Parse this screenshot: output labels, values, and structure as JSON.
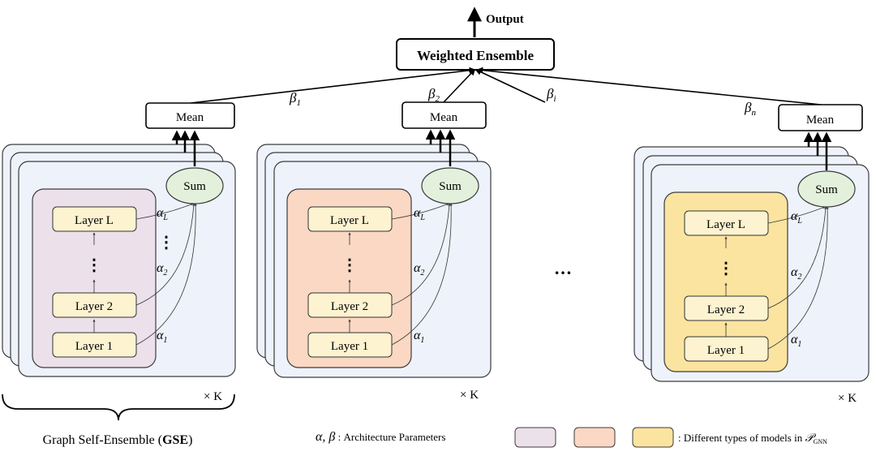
{
  "output": {
    "label": "Output"
  },
  "ensemble": {
    "label": "Weighted Ensemble"
  },
  "beta_labels": {
    "b1": "β",
    "b1_sub": "1",
    "b2": "β",
    "b2_sub": "2",
    "bi": "β",
    "bi_sub": "i",
    "bn": "β",
    "bn_sub": "n"
  },
  "group_common": {
    "mean_label": "Mean",
    "sum_label": "Sum",
    "layer_top": "Layer L",
    "layer_2": "Layer 2",
    "layer_1": "Layer 1",
    "vdots": "⋮",
    "alpha": "α",
    "alpha_L_sub": "L",
    "alpha_2_sub": "2",
    "alpha_1_sub": "1",
    "times_k": "× K"
  },
  "middle_ellipsis": "…",
  "footer": {
    "gse_prefix": "Graph Self-Ensemble (",
    "gse_bold": "GSE",
    "gse_suffix": ")",
    "arch_symbols": "α, β",
    "arch_text": " : Architecture Parameters",
    "models_text": ": Different types of models in ",
    "models_symbol": "𝒫",
    "models_sub": "GNN"
  },
  "colors": {
    "panel_bg": "#eef2fb",
    "panel_stroke": "#3c3c3c",
    "layer_bg": "#fdf3d0",
    "sum_bg": "#e3f1dc",
    "model_purple": "#ece0ea",
    "model_peach": "#fbd8c4",
    "model_yellow": "#fbe4a0"
  }
}
